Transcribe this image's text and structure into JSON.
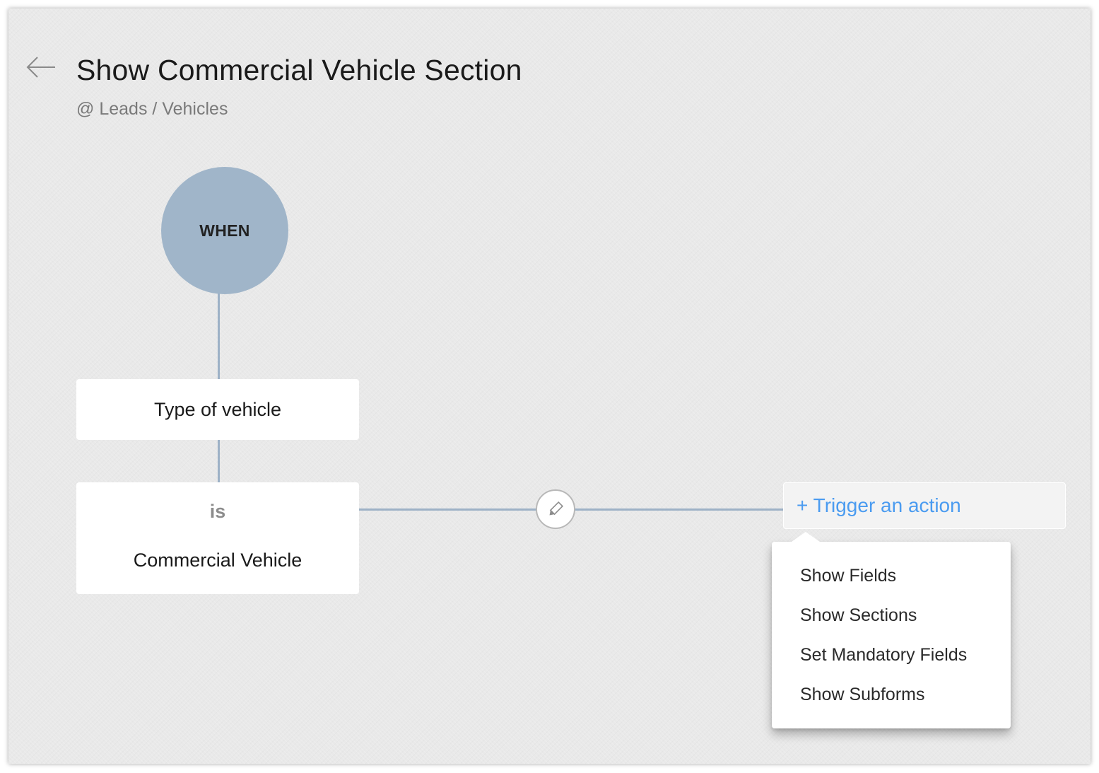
{
  "header": {
    "back_icon": "arrow-left-icon",
    "title": "Show Commercial Vehicle Section",
    "breadcrumb": {
      "at_symbol": "@",
      "module": "Leads",
      "separator": "/",
      "layout": "Vehicles"
    }
  },
  "flow": {
    "when_label": "WHEN",
    "field_card": {
      "label": "Type of vehicle"
    },
    "condition_card": {
      "operator": "is",
      "value": "Commercial Vehicle"
    },
    "edit_icon": "pencil-icon",
    "trigger_button": {
      "label": "+ Trigger an action"
    }
  },
  "action_menu": {
    "items": [
      {
        "label": "Show Fields"
      },
      {
        "label": "Show Sections"
      },
      {
        "label": "Set Mandatory Fields"
      },
      {
        "label": "Show Subforms"
      }
    ]
  },
  "colors": {
    "accent_link": "#4a9bf0",
    "connector": "#9db1c6",
    "when_node": "#a0b5c9",
    "canvas": "#e9e9e9"
  }
}
